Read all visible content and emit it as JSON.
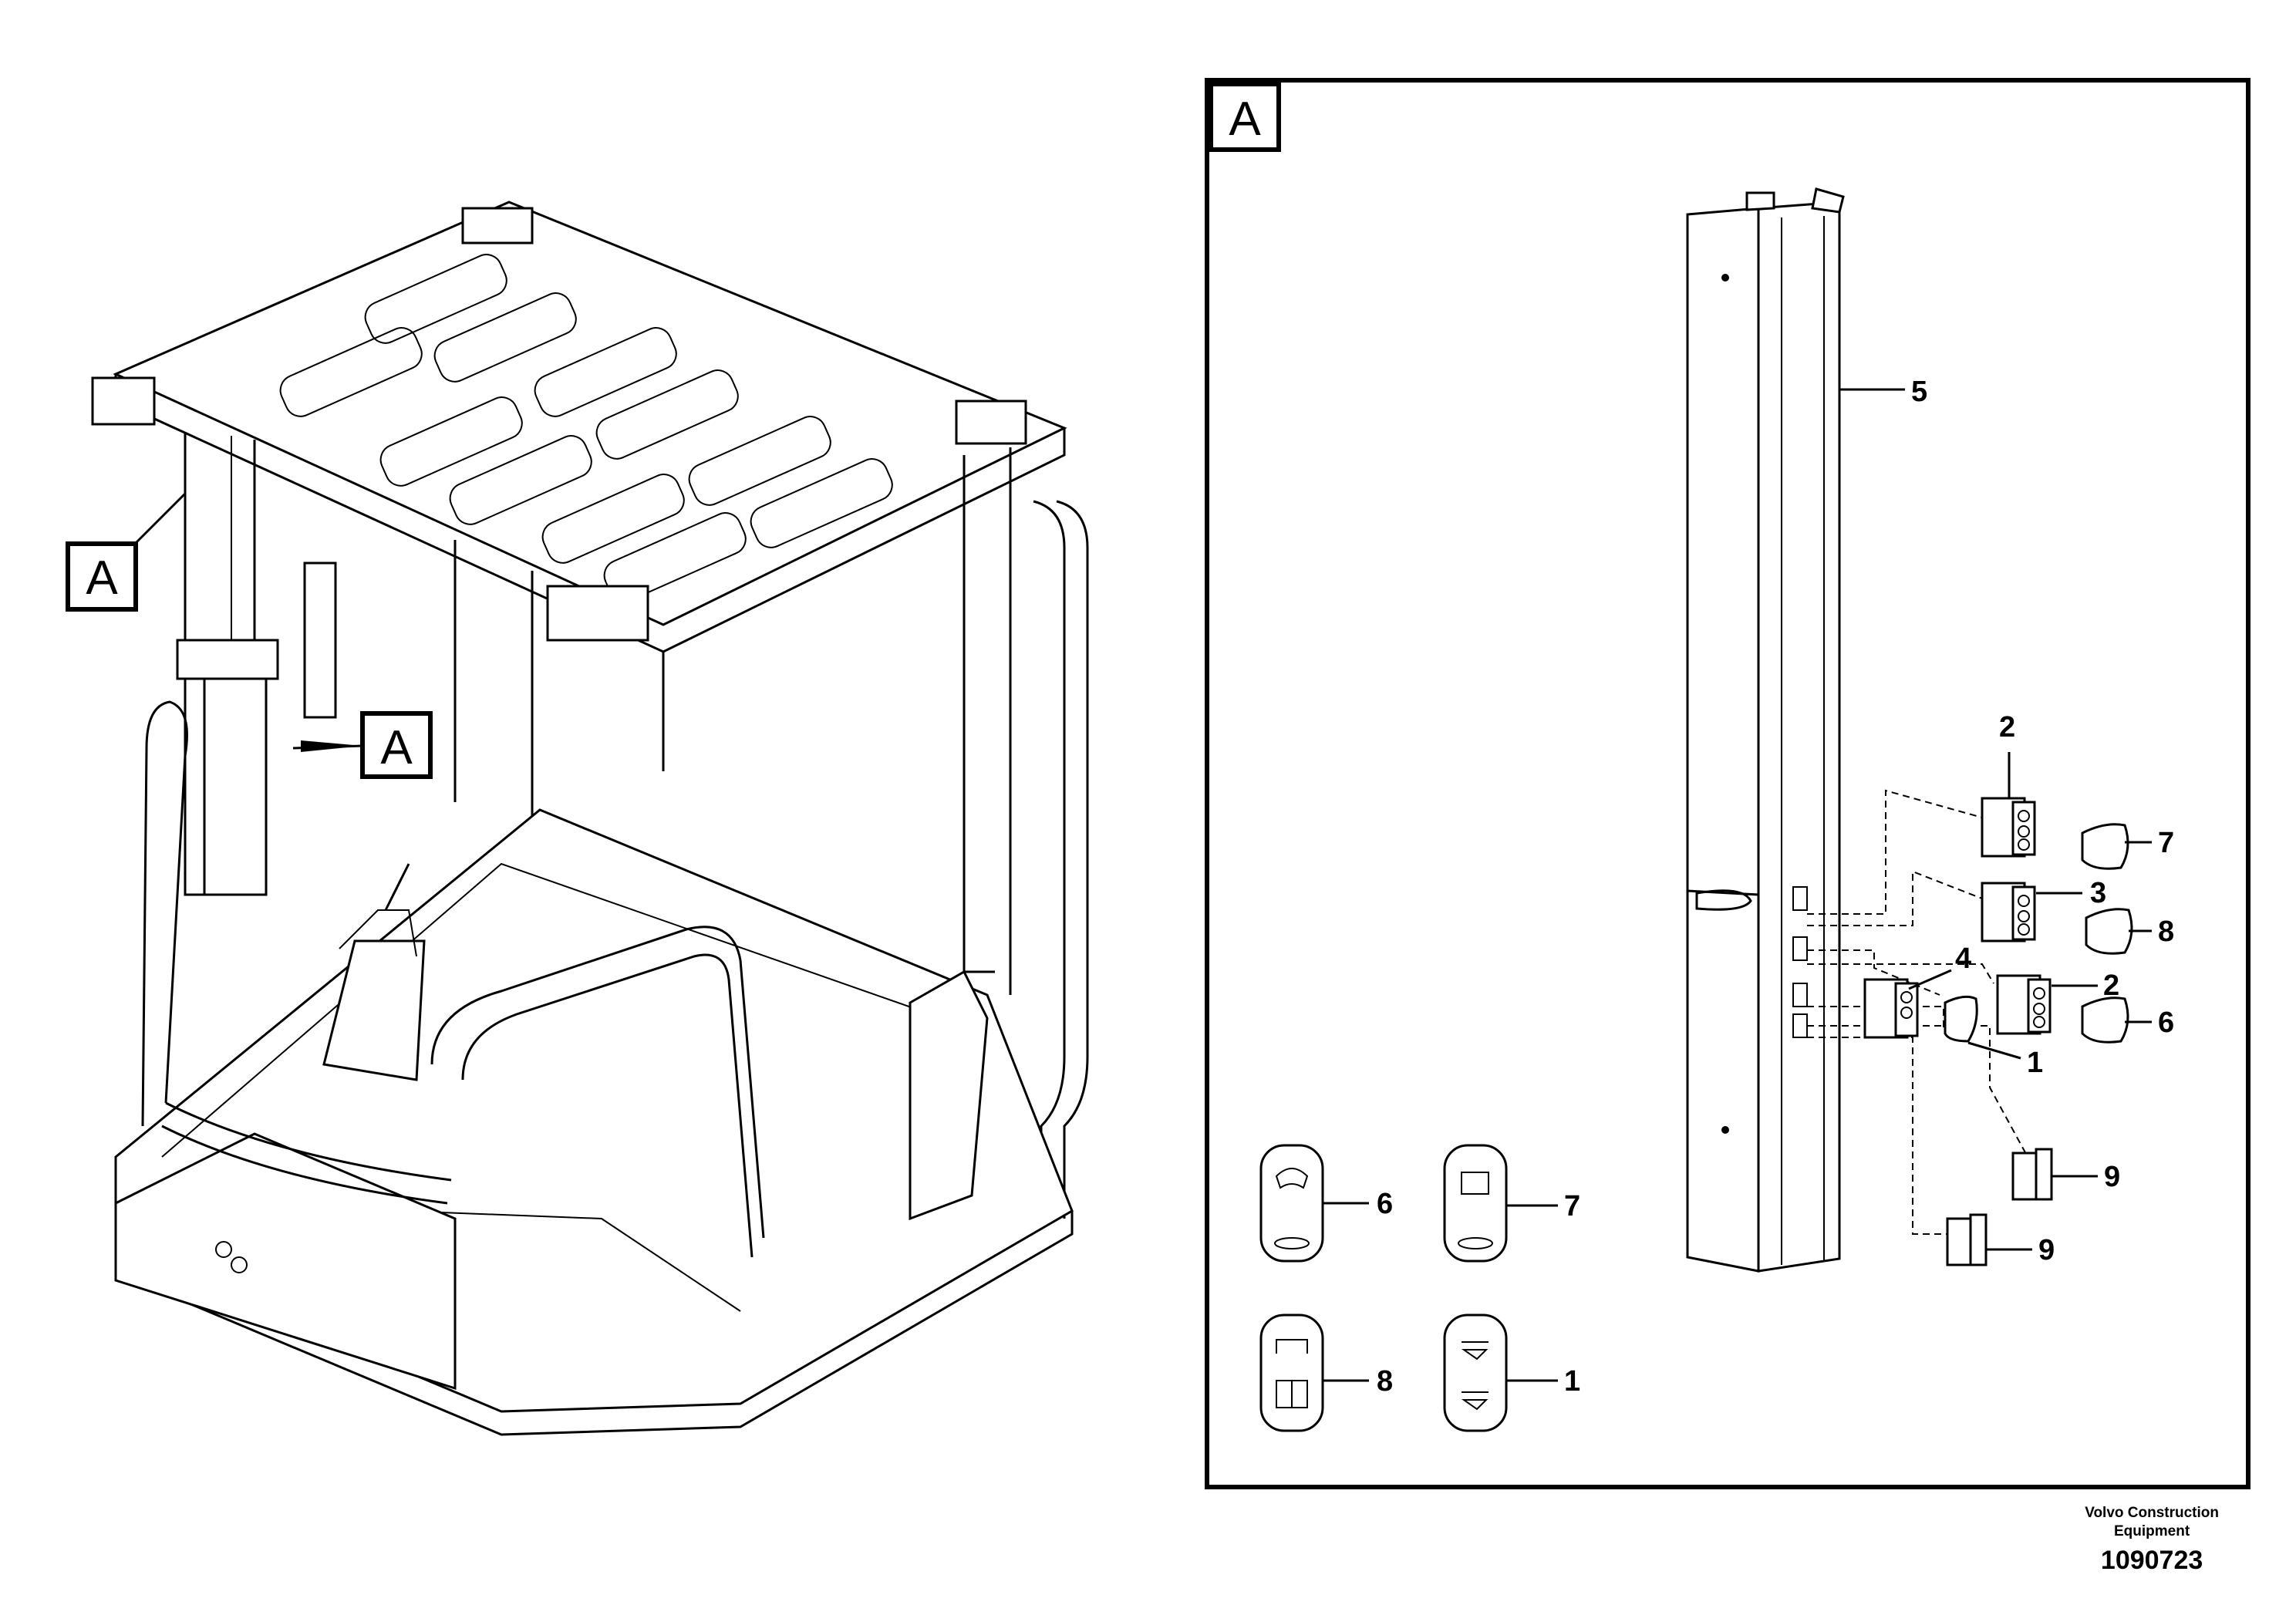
{
  "view_callouts": {
    "left_top": "A",
    "left_mid": "A",
    "detail_box": "A"
  },
  "detail": {
    "labels": {
      "post": "5",
      "switch_top": "2",
      "knob_top": "7",
      "switch_mid": "3",
      "knob_mid": "8",
      "bracket": "4",
      "switch_right": "2",
      "knob_right": "6",
      "knob_small": "1",
      "clip_upper": "9",
      "clip_lower": "9"
    },
    "legend": [
      {
        "label": "6",
        "icon": "gauge-icon"
      },
      {
        "label": "7",
        "icon": "display-icon"
      },
      {
        "label": "8",
        "icon": "front-rear-wiper-icon"
      },
      {
        "label": "1",
        "icon": "wiper-icon"
      }
    ]
  },
  "footer": {
    "maker_line1": "Volvo Construction",
    "maker_line2": "Equipment",
    "drawing_number": "1090723"
  }
}
